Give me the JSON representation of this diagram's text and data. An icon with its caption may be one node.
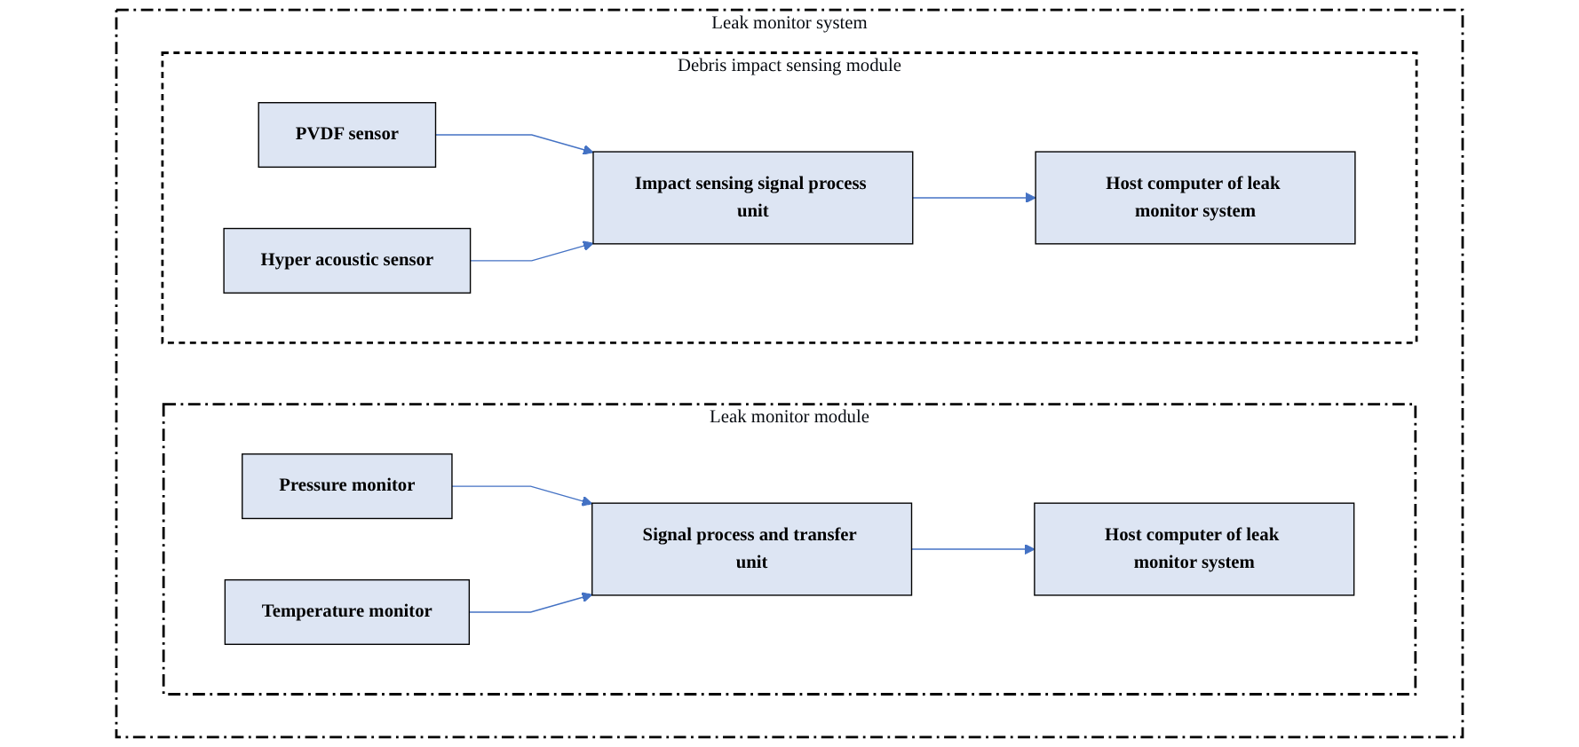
{
  "diagram": {
    "nodes": [
      {
        "text": [
          "Leak monitor system"
        ]
      },
      {
        "text": [
          "Leak monitor module"
        ],
        "in": 0
      },
      {
        "text": [
          "Pressure monitor"
        ],
        "in": 1
      },
      {
        "text": [
          "Temperature monitor"
        ],
        "in": 1
      },
      {
        "text": [
          "Signal process and transfer unit"
        ],
        "in": 1
      },
      {
        "text": [
          "Host computer of leak monitor system"
        ],
        "in": 1
      },
      {
        "text": [
          "Debris impact sensing module"
        ],
        "in": 0
      },
      {
        "text": [
          "PVDF sensor"
        ],
        "in": 6
      },
      {
        "text": [
          "Hyper acoustic sensor"
        ],
        "in": 6
      },
      {
        "text": [
          "Impact sensing signal process unit"
        ],
        "in": 6
      },
      {
        "text": [
          "Host computer of leak monitor system"
        ],
        "in": 6
      }
    ],
    "edges": [
      {
        "from": 2,
        "to": 4,
        "arrow": "to"
      },
      {
        "from": 3,
        "to": 4,
        "arrow": "to"
      },
      {
        "from": 4,
        "to": 5,
        "arrow": "to"
      },
      {
        "from": 7,
        "to": 9,
        "arrow": "to"
      },
      {
        "from": 8,
        "to": 9,
        "arrow": "to"
      },
      {
        "from": 9,
        "to": 10,
        "arrow": "to"
      }
    ]
  }
}
